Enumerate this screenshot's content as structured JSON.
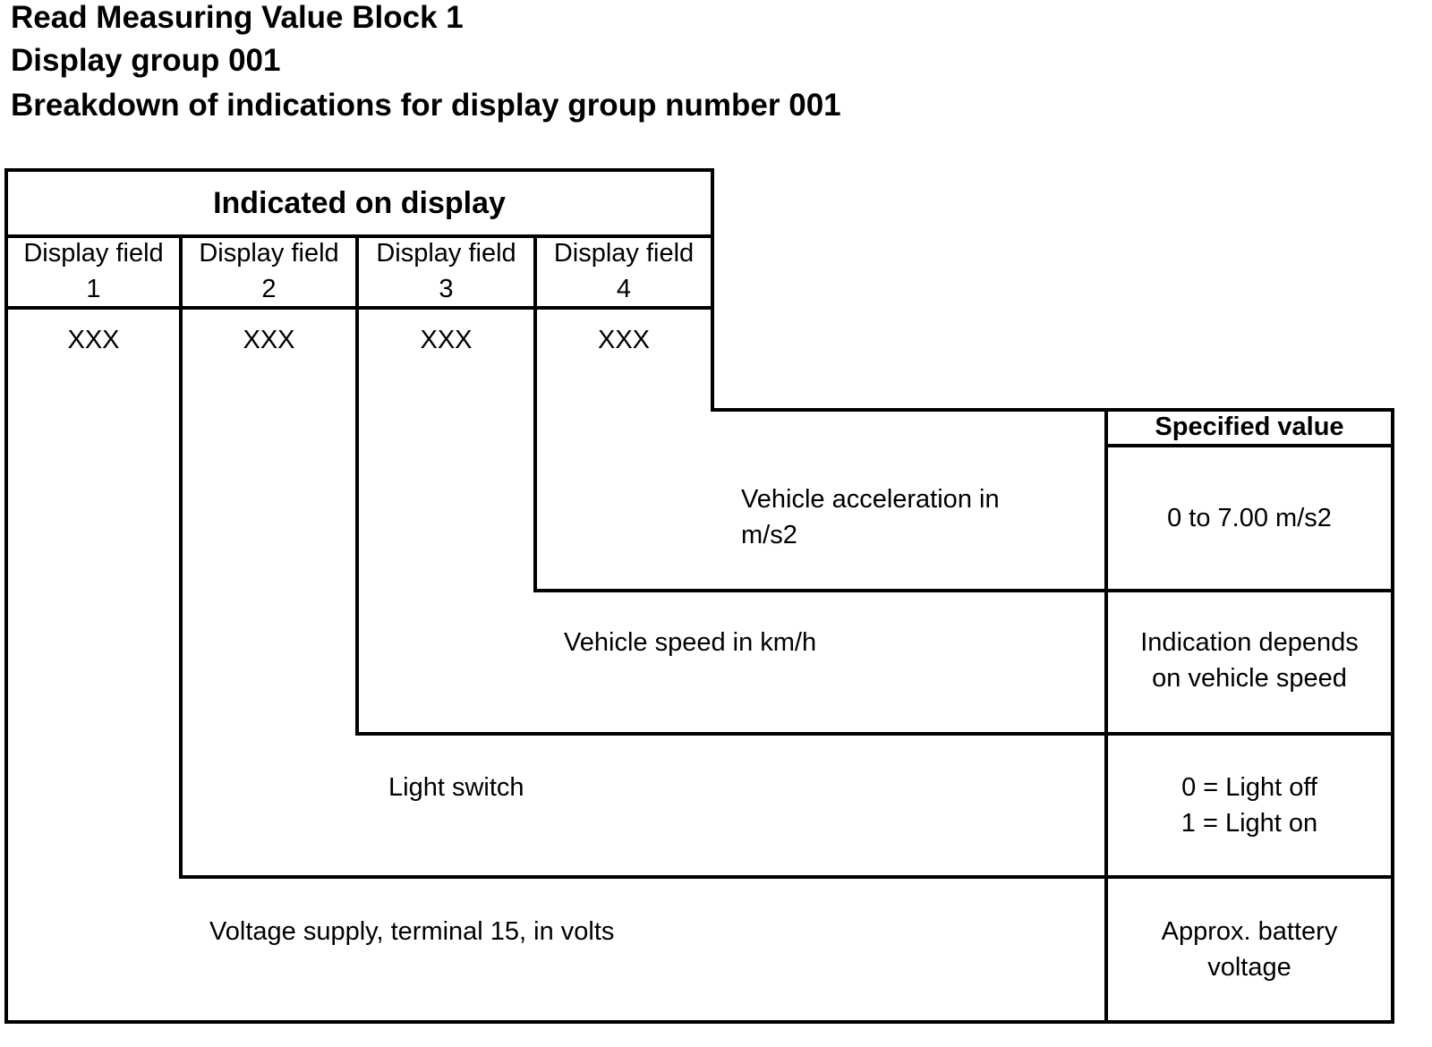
{
  "title": {
    "line1": "Read Measuring Value Block 1",
    "line2": "Display group 001",
    "line3": "Breakdown of indications for display group number 001"
  },
  "table": {
    "header": "Indicated on display",
    "fields": [
      {
        "label": "Display field",
        "number": "1",
        "value": "XXX"
      },
      {
        "label": "Display field",
        "number": "2",
        "value": "XXX"
      },
      {
        "label": "Display field",
        "number": "3",
        "value": "XXX"
      },
      {
        "label": "Display field",
        "number": "4",
        "value": "XXX"
      }
    ],
    "specified_header": "Specified value",
    "rows": [
      {
        "description_line1": "Vehicle acceleration in",
        "description_line2": "m/s2",
        "spec_line1": "0 to 7.00 m/s2",
        "spec_line2": ""
      },
      {
        "description_line1": "Vehicle speed in km/h",
        "spec_line1": "Indication depends",
        "spec_line2": "on vehicle speed"
      },
      {
        "description_line1": "Light switch",
        "spec_line1": "0 = Light off",
        "spec_line2": "1 = Light on"
      },
      {
        "description_line1": "Voltage supply, terminal 15, in volts",
        "spec_line1": "Approx. battery",
        "spec_line2": "voltage"
      }
    ]
  }
}
